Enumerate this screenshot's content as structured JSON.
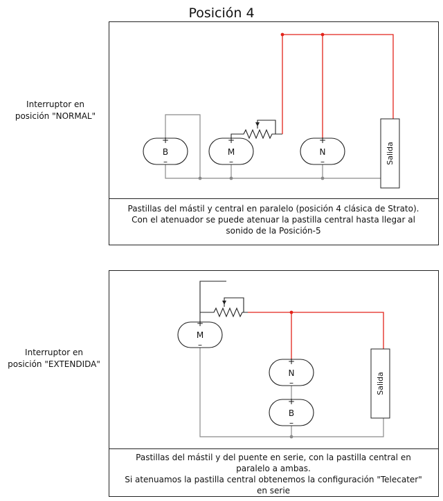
{
  "title": "Posición 4",
  "section_normal": {
    "switch_label_line1": "Interruptor en",
    "switch_label_line2": "posición \"NORMAL\"",
    "caption_line1": "Pastillas del mástil y central en paralelo (posición 4 clásica de Strato).",
    "caption_line2": "Con el atenuador se puede atenuar la pastilla central hasta llegar al",
    "caption_line3": "sonido de la Posición-5",
    "pickups": [
      "B",
      "M",
      "N"
    ],
    "output_label": "Salida"
  },
  "section_extended": {
    "switch_label_line1": "Interruptor en",
    "switch_label_line2": "posición \"EXTENDIDA\"",
    "caption_line1": "Pastillas del mástil y del puente en serie, con la pastilla central en",
    "caption_line2": "paralelo a ambas.",
    "caption_line3": "Si atenuamos la pastilla central obtenemos la configuración \"Telecater\"",
    "caption_line4": "en serie",
    "pickups": [
      "M",
      "N",
      "B"
    ],
    "output_label": "Salida"
  },
  "symbols": {
    "plus": "+",
    "minus": "–"
  },
  "colors": {
    "signal_wire": "#e2231a",
    "ground_wire": "#8a8a8a",
    "outline": "#222222"
  }
}
